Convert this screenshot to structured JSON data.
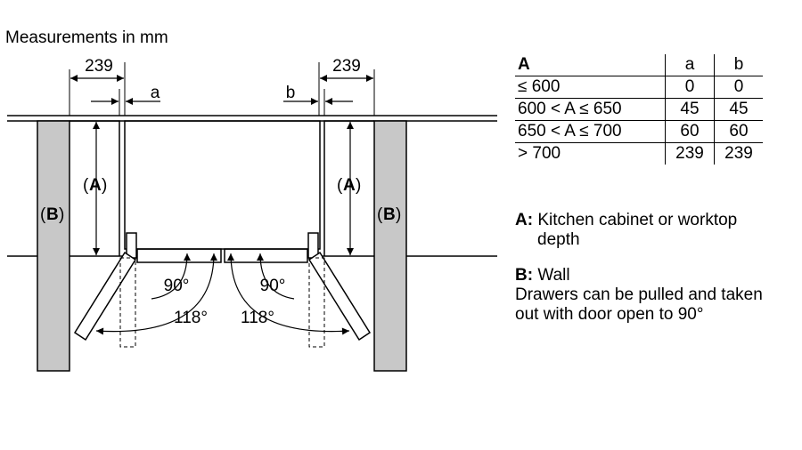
{
  "title": "Measurements in mm",
  "diagram": {
    "dim_left": "239",
    "dim_right": "239",
    "gap_left": "a",
    "gap_right": "b",
    "label_a_left": "A",
    "label_a_right": "A",
    "label_b_left": "B",
    "label_b_right": "B",
    "angle_small_left": "90°",
    "angle_small_right": "90°",
    "angle_large_left": "118°",
    "angle_large_right": "118°"
  },
  "table": {
    "header": [
      "A",
      "a",
      "b"
    ],
    "rows": [
      [
        "≤ 600",
        "0",
        "0"
      ],
      [
        "600 < A ≤ 650",
        "45",
        "45"
      ],
      [
        "650 < A ≤ 700",
        "60",
        "60"
      ],
      [
        "> 700",
        "239",
        "239"
      ]
    ]
  },
  "legend": {
    "a_key": "A:",
    "a_text_1": "Kitchen cabinet or worktop",
    "a_text_2": "depth",
    "b_key": "B:",
    "b_text_1": "Wall",
    "b_text_2": "Drawers can be pulled and taken",
    "b_text_3": "out with door open to 90°"
  }
}
